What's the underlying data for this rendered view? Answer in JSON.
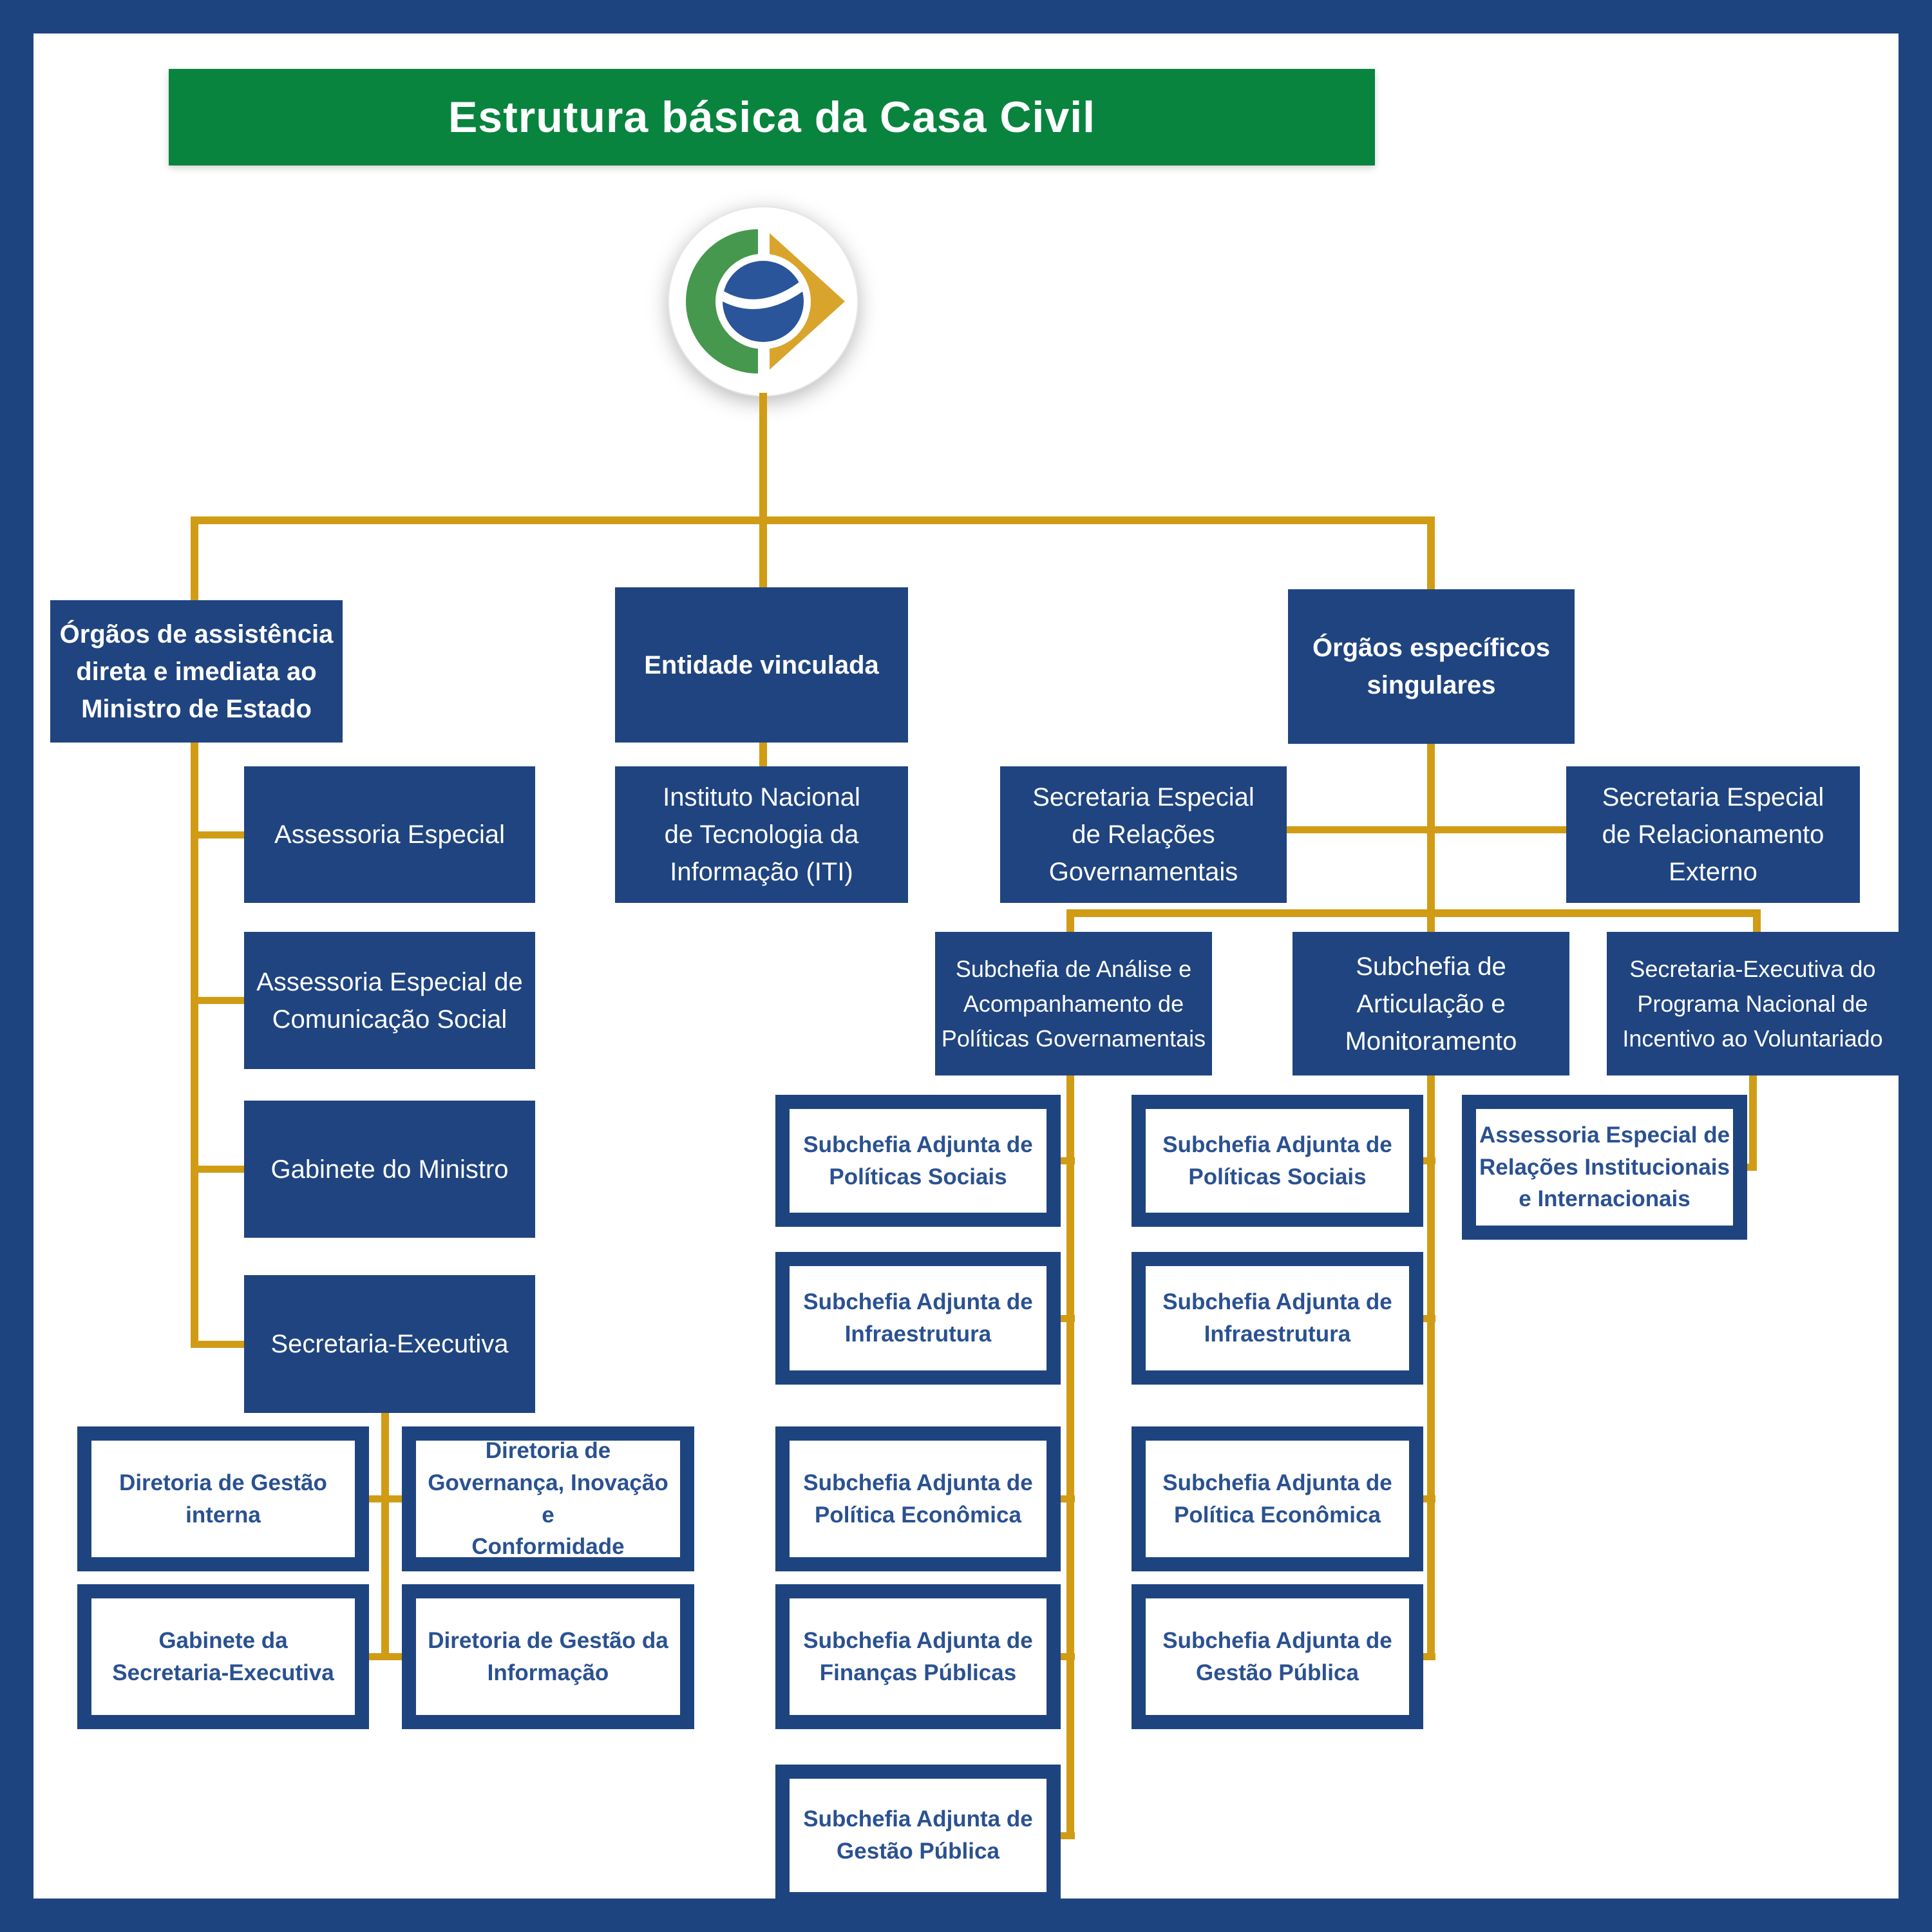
{
  "title": "Estrutura básica da Casa Civil",
  "palette": {
    "frame_blue": "#1E4480",
    "node_blue": "#1F4480",
    "connector_gold": "#D19C15",
    "banner_green": "#08843E",
    "white_node_text_blue": "#2A5191",
    "logo_green": "#46984F",
    "logo_gold": "#D9A42C",
    "logo_globe_blue": "#2A559A"
  },
  "nodes": {
    "org_assistencia": "Órgãos de assistência\ndireta e imediata ao\nMinistro de Estado",
    "entidade_vinculada": "Entidade vinculada",
    "org_especificos": "Órgãos específicos\nsingulares",
    "assessoria_especial": "Assessoria Especial",
    "assessoria_comunicacao": "Assessoria Especial de\nComunicação Social",
    "gabinete_ministro": "Gabinete do Ministro",
    "secretaria_executiva": "Secretaria-Executiva",
    "iti": "Instituto Nacional\nde Tecnologia da\nInformação (ITI)",
    "sec_relacoes_gov": "Secretaria Especial\nde Relações\nGovernamentais",
    "sec_relacionamento_ext": "Secretaria Especial\nde Relacionamento\nExterno",
    "sub_analise": "Subchefia de Análise e\nAcompanhamento de\nPolíticas Governamentais",
    "sub_articulacao": "Subchefia de\nArticulação e\nMonitoramento",
    "sec_exec_voluntariado": "Secretaria-Executiva do\nPrograma Nacional de\nIncentivo ao Voluntariado",
    "dir_gestao_interna": "Diretoria de Gestão\ninterna",
    "dir_governanca": "Diretoria de\nGovernança, Inovação e\nConformidade",
    "gabinete_sec_exec": "Gabinete da\nSecretaria-Executiva",
    "dir_gestao_informacao": "Diretoria de Gestão da\nInformação",
    "adj_politicas_sociais_1": "Subchefia Adjunta de\nPolíticas Sociais",
    "adj_infraestrutura_1": "Subchefia Adjunta de\nInfraestrutura",
    "adj_politica_economica_1": "Subchefia Adjunta de\nPolítica Econômica",
    "adj_financas_publicas": "Subchefia Adjunta de\nFinanças Públicas",
    "adj_gestao_publica_1": "Subchefia Adjunta de\nGestão Pública",
    "adj_politicas_sociais_2": "Subchefia Adjunta de\nPolíticas Sociais",
    "adj_infraestrutura_2": "Subchefia Adjunta de\nInfraestrutura",
    "adj_politica_economica_2": "Subchefia Adjunta de\nPolítica Econômica",
    "adj_gestao_publica_2": "Subchefia Adjunta de\nGestão Pública",
    "assessoria_rel_inst": "Assessoria Especial de\nRelações Institucionais\ne Internacionais"
  }
}
